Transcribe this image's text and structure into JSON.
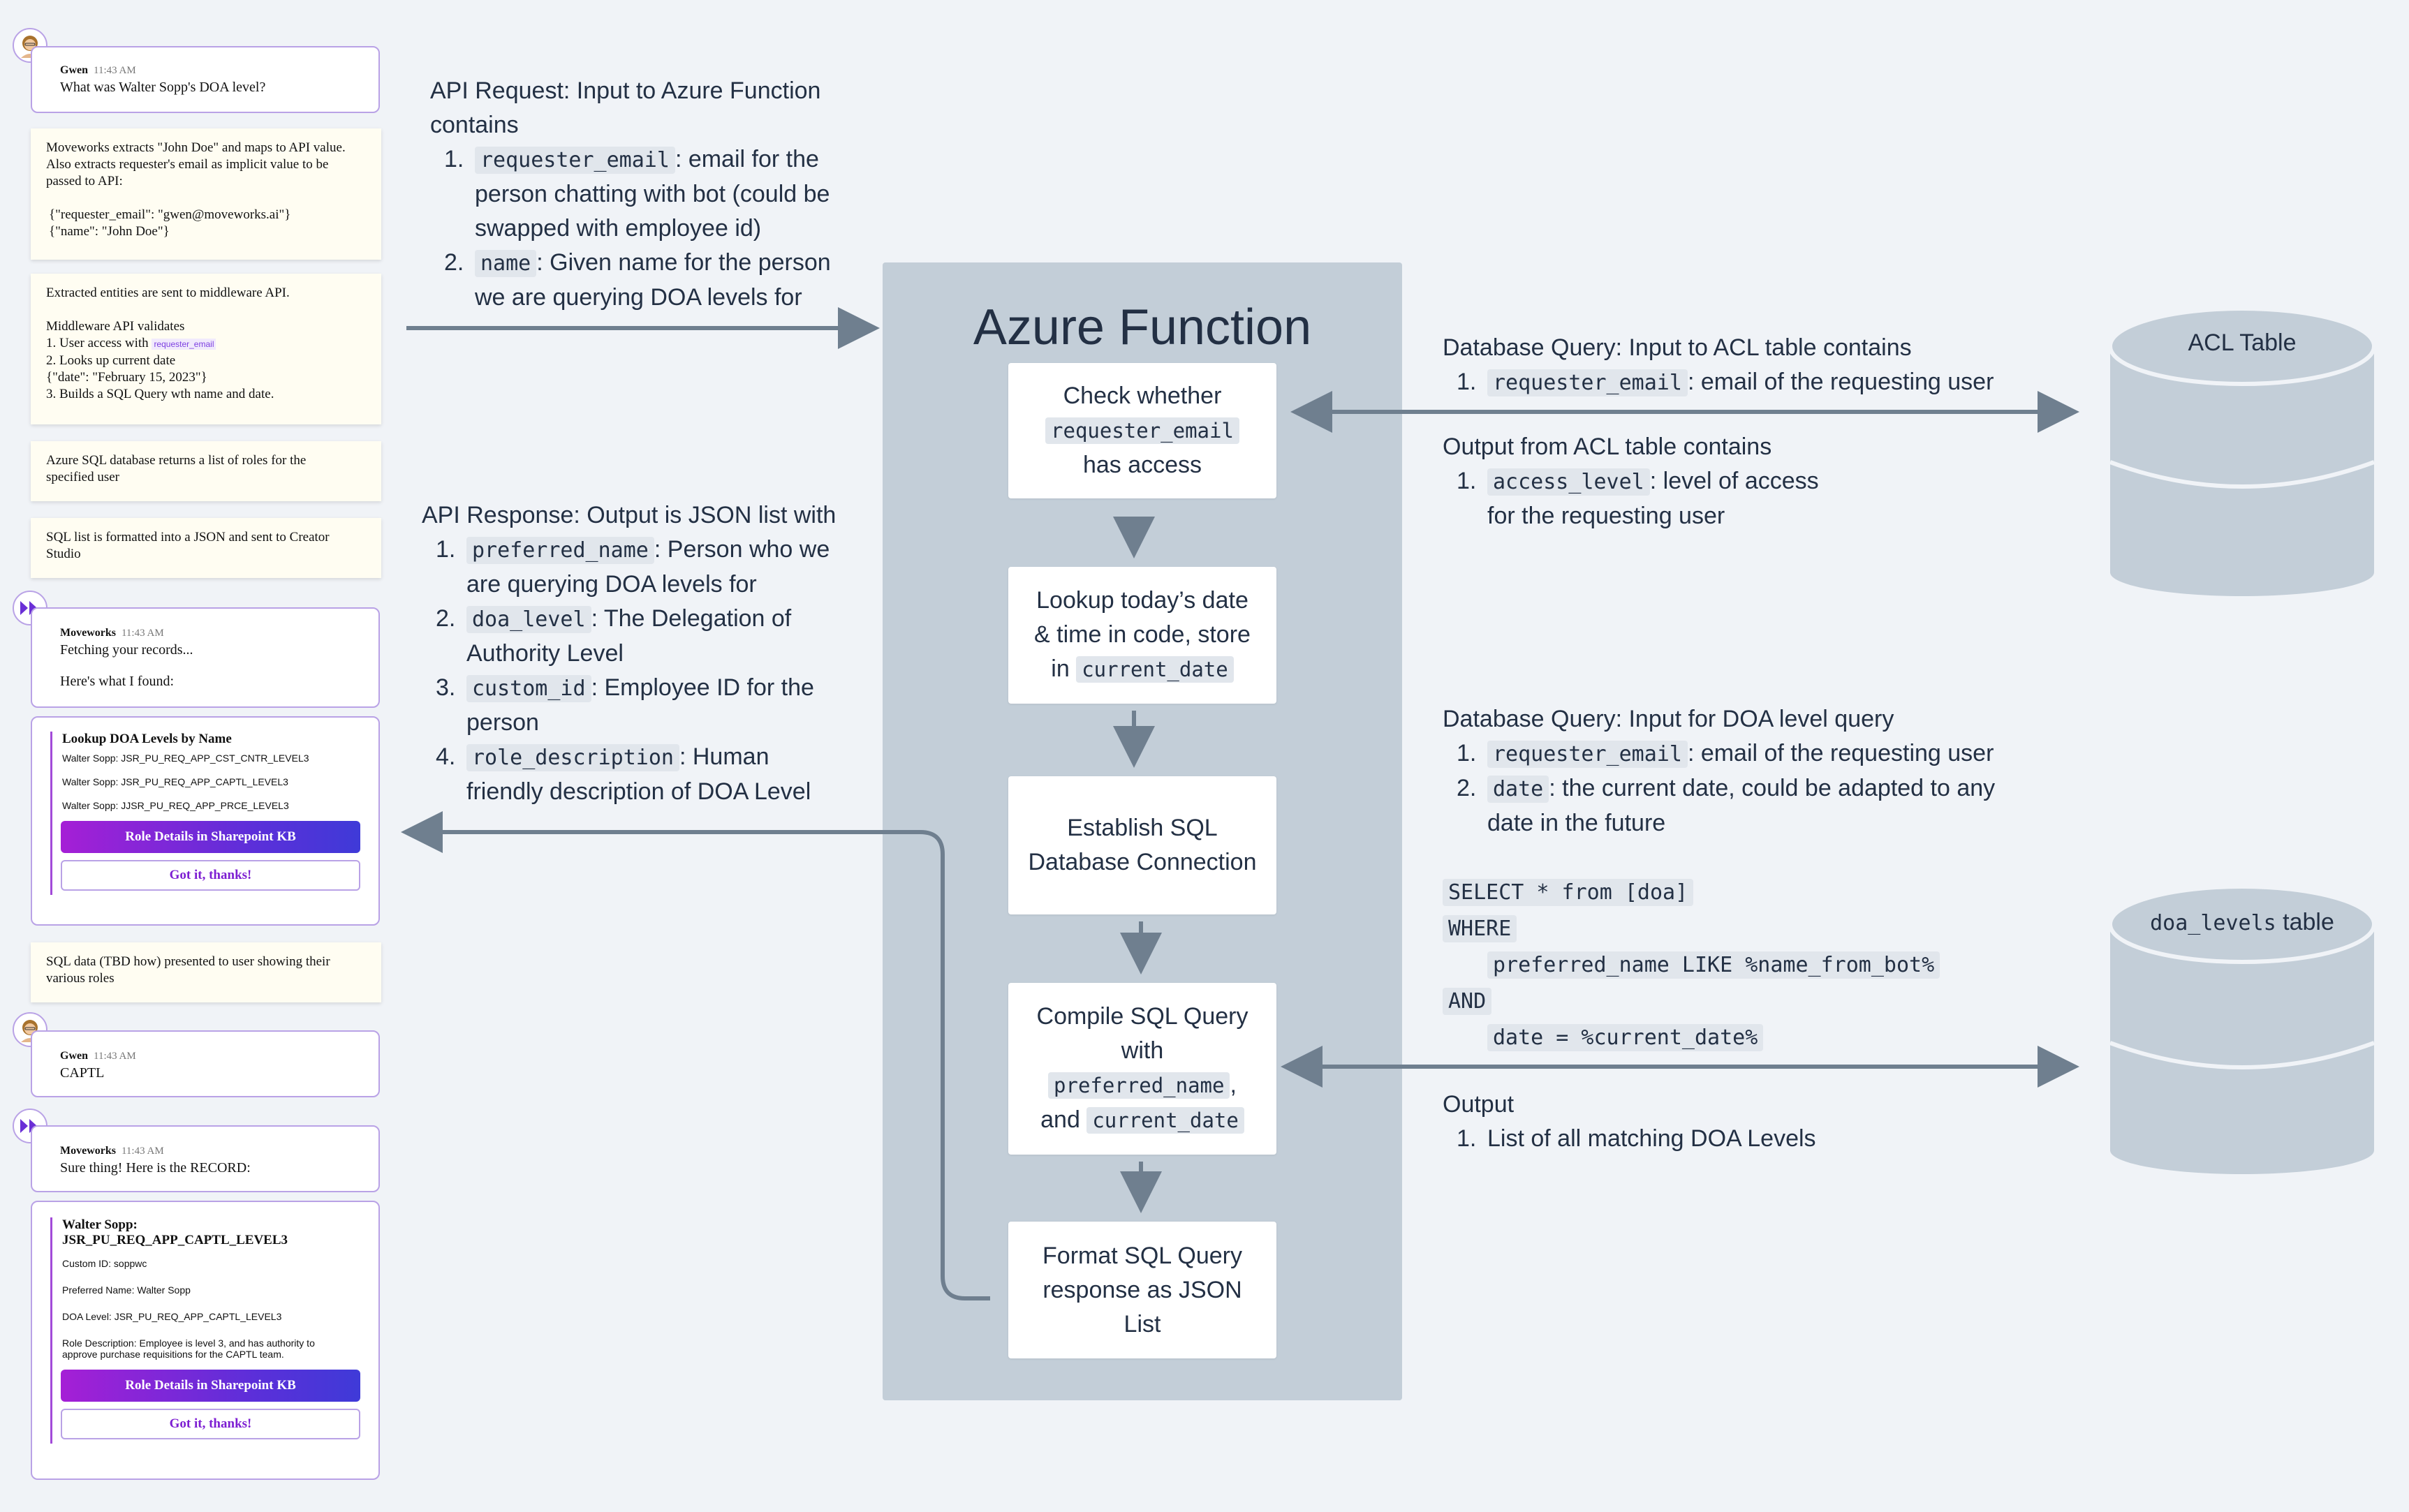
{
  "chat": {
    "msg1": {
      "sender": "Gwen",
      "time": "11:43 AM",
      "text": "What was Walter Sopp's DOA level?"
    },
    "note1": {
      "line1": "Moveworks extracts \"John Doe\" and maps to API value.",
      "line2": "Also extracts requester's email as implicit value to be",
      "line3": "passed to API:",
      "line4": "{\"requester_email\": \"gwen@moveworks.ai\"}",
      "line5": "{\"name\": \"John Doe\"}"
    },
    "note2": {
      "line1": "Extracted entities are sent to middleware API.",
      "line2": "Middleware API validates",
      "line3": "1. User access with",
      "line3_tag": "requester_email",
      "line4": "2. Looks up current date",
      "line5": "{\"date\": \"February 15, 2023\"}",
      "line6": "3. Builds a SQL Query wth name and date."
    },
    "note3": {
      "text": "Azure SQL database returns a list of roles for the specified user"
    },
    "note4": {
      "text": "SQL list is formatted into a JSON and sent to Creator Studio"
    },
    "msg2": {
      "sender": "Moveworks",
      "time": "11:43 AM",
      "text1": "Fetching your records...",
      "text2": "Here's what I found:"
    },
    "lookup": {
      "title": "Lookup DOA Levels by Name",
      "items": [
        "Walter Sopp: JSR_PU_REQ_APP_CST_CNTR_LEVEL3",
        "Walter Sopp: JSR_PU_REQ_APP_CAPTL_LEVEL3",
        "Walter Sopp: JJSR_PU_REQ_APP_PRCE_LEVEL3"
      ],
      "kb_button": "Role Details in Sharepoint KB",
      "ok_button": "Got it, thanks!"
    },
    "note5": {
      "text": "SQL data (TBD how) presented to user showing their various roles"
    },
    "msg3": {
      "sender": "Gwen",
      "time": "11:43 AM",
      "text": "CAPTL"
    },
    "msg4": {
      "sender": "Moveworks",
      "time": "11:43 AM",
      "text": "Sure thing! Here is the RECORD:"
    },
    "record": {
      "title1": "Walter Sopp:",
      "title2": "JSR_PU_REQ_APP_CAPTL_LEVEL3",
      "custom_id": "Custom ID: soppwc",
      "preferred_name": "Preferred Name: Walter Sopp",
      "doa_level": "DOA Level: JSR_PU_REQ_APP_CAPTL_LEVEL3",
      "role_desc1": "Role Description: Employee is level 3, and has authority to",
      "role_desc2": "approve purchase requisitions for the CAPTL team.",
      "kb_button": "Role Details in Sharepoint KB",
      "ok_button": "Got it, thanks!"
    }
  },
  "api_request": {
    "title1": "API Request: Input to Azure Function",
    "title2": "contains",
    "items": [
      {
        "num": "1.",
        "code": "requester_email",
        "text1": ": email for the",
        "text2": "person chatting with bot (could be",
        "text3": "swapped with employee id)"
      },
      {
        "num": "2.",
        "code": "name",
        "text1": ": Given name for the person",
        "text2": "we are querying DOA levels for"
      }
    ]
  },
  "api_response": {
    "title": "API Response: Output is JSON list with",
    "items": [
      {
        "num": "1.",
        "code": "preferred_name",
        "text1": ": Person who we",
        "text2": "are querying DOA levels for"
      },
      {
        "num": "2.",
        "code": "doa_level",
        "text1": ": The Delegation of",
        "text2": "Authority Level"
      },
      {
        "num": "3.",
        "code": "custom_id",
        "text1": ": Employee ID for the",
        "text2": "person"
      },
      {
        "num": "4.",
        "code": "role_description",
        "text1": ": Human",
        "text2": "friendly description of DOA Level"
      }
    ]
  },
  "azure": {
    "title": "Azure Function",
    "step1": {
      "line1": "Check whether",
      "code": "requester_email",
      "line3": "has access"
    },
    "step2": {
      "line1": "Lookup today’s date",
      "line2": "& time in code, store",
      "line3": "in",
      "code": "current_date"
    },
    "step3": {
      "line1": "Establish SQL",
      "line2": "Database Connection"
    },
    "step4": {
      "line1": "Compile SQL Query",
      "line2": "with",
      "code1": "preferred_name",
      "comma": ",",
      "and": "and",
      "code2": "current_date"
    },
    "step5": {
      "line1": "Format SQL Query",
      "line2": "response as JSON",
      "line3": "List"
    }
  },
  "acl_query": {
    "title": "Database Query: Input to ACL table contains",
    "item": {
      "num": "1.",
      "code": "requester_email",
      "text": ": email of the requesting user"
    },
    "output_title": "Output from ACL table contains",
    "output_item": {
      "num": "1.",
      "code": "access_level",
      "text1": ": level of access",
      "text2": "for the requesting user"
    }
  },
  "doa_query": {
    "title": "Database Query: Input for DOA level query",
    "items": [
      {
        "num": "1.",
        "code": "requester_email",
        "text1": ": email of the requesting user"
      },
      {
        "num": "2.",
        "code": "date",
        "text1": ": the current date, could be adapted to any",
        "text2": "date in the future"
      }
    ],
    "sql": [
      "SELECT * from [doa]",
      "WHERE",
      "preferred_name LIKE %name_from_bot%",
      "AND",
      "date = %current_date%"
    ],
    "output_title": "Output",
    "output_item": {
      "num": "1.",
      "text": "List of all matching DOA Levels"
    }
  },
  "acl_table": {
    "label": "ACL Table"
  },
  "doa_table": {
    "code": "doa_levels",
    "label": "table"
  },
  "colors": {
    "azure_bg": "#c3ced8",
    "arrow": "#6f7f8f",
    "cylinder": "#c3ced8",
    "chat_border": "#b9a2e6",
    "button_gradient_start": "#a51fd6",
    "button_gradient_end": "#3f3ad8"
  }
}
